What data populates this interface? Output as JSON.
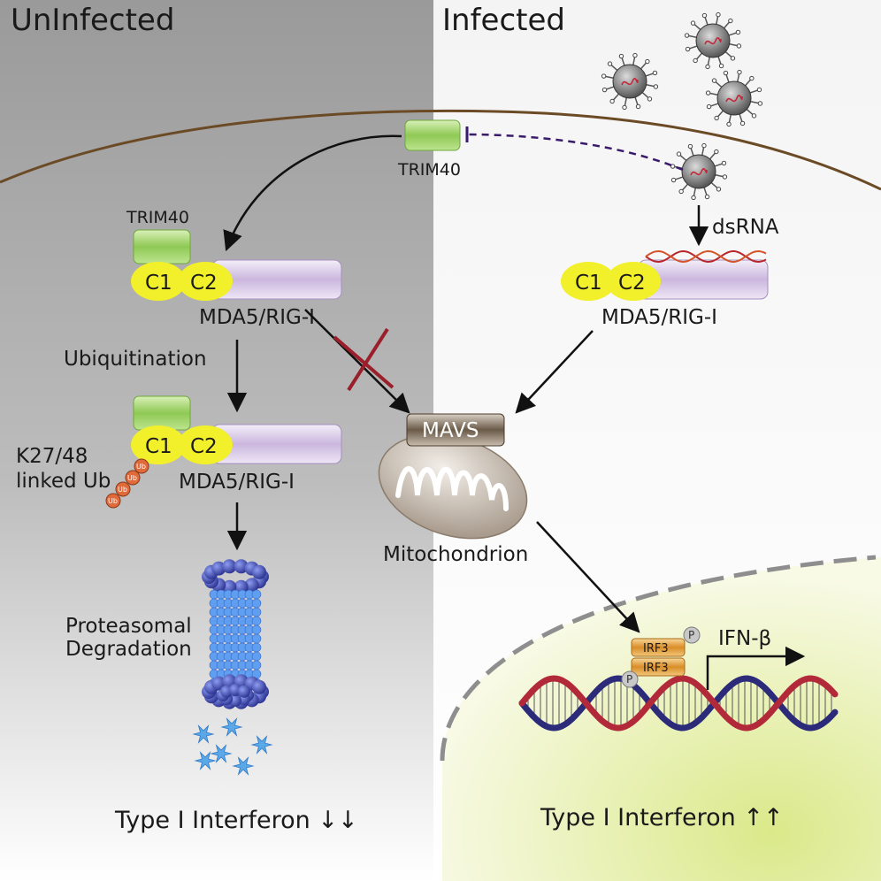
{
  "panels": {
    "left_title": "UnInfected",
    "right_title": "Infected"
  },
  "labels": {
    "trim40_membrane": "TRIM40",
    "trim40_bound": "TRIM40",
    "c1": "C1",
    "c2": "C2",
    "receptor": "MDA5/RIG-I",
    "dsrna": "dsRNA",
    "ubiquitination": "Ubiquitination",
    "k27_line1": "K27/48",
    "k27_line2": "linked Ub",
    "ub": "Ub",
    "mavs": "MAVS",
    "mitochondrion": "Mitochondrion",
    "proteasome_line1": "Proteasomal",
    "proteasome_line2": "Degradation",
    "irf3": "IRF3",
    "phospho": "P",
    "ifnb": "IFN-β"
  },
  "footer": {
    "left": "Type I Interferon ↓↓",
    "right": "Type I Interferon ↑↑"
  },
  "colors": {
    "uninfected_bg": "#a9a9a9",
    "membrane": "#6b4a26",
    "trim40": "#9fd36b",
    "card_domain": "#f2ef2b",
    "receptor_body": "#d7c9e6",
    "dsrna": "#b8262b",
    "inhibit_dash": "#3a1a6a",
    "block_x": "#9a1f2a",
    "ub": "#e06a3a",
    "proteasome": "#3a4ab8",
    "mavs": "#5a4a3a",
    "irf3": "#e8a23a",
    "dna_blue": "#2b2b7a",
    "dna_red": "#b22a3a",
    "nucleus": "#e8f0b0"
  }
}
